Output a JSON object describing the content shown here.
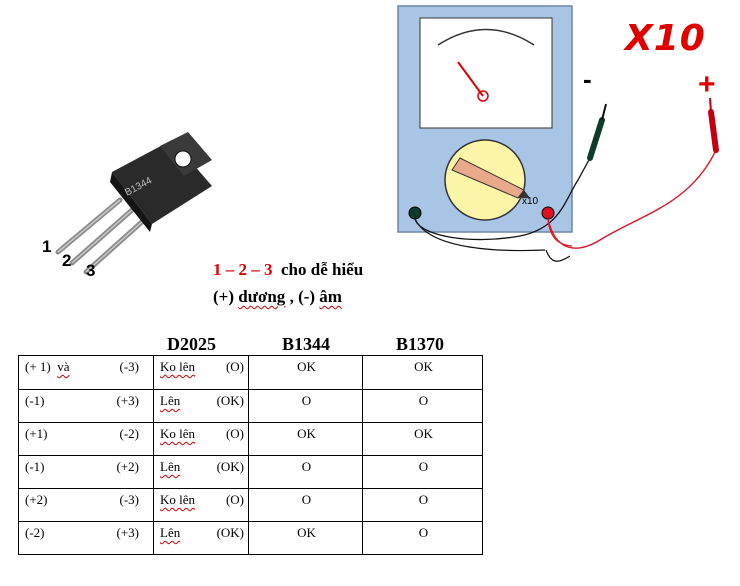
{
  "diagram": {
    "pin_labels": [
      "1",
      "2",
      "3"
    ],
    "part_marking": "B1344",
    "multimeter_scale": "x10",
    "range_label": "X10",
    "probe_negative": "-",
    "probe_positive": "+",
    "colors": {
      "accent_red": "#e00000",
      "meter_body": "#a9c5e6",
      "dial": "#fbf5a8"
    }
  },
  "caption": {
    "pin_order": "1 – 2 – 3",
    "pin_order_suffix": "cho dễ hiểu",
    "polarity_open": "(+",
    "polarity_close": ")",
    "polarity_positive_word": "dương",
    "polarity_rest": ", (-)",
    "polarity_negative_word": "âm"
  },
  "table": {
    "columns": [
      "D2025",
      "B1344",
      "B1370"
    ],
    "rows": [
      {
        "probe_a": "(+ 1)",
        "joiner": "và",
        "probe_b": "(-3)",
        "d_word": "Ko lên",
        "d_val": "(O)",
        "b1344": "OK",
        "b1370": "OK"
      },
      {
        "probe_a": "(-1)",
        "joiner": "",
        "probe_b": "(+3)",
        "d_word": "Lên",
        "d_val": "(OK)",
        "b1344": "O",
        "b1370": "O"
      },
      {
        "probe_a": "(+1)",
        "joiner": "",
        "probe_b": "(-2)",
        "d_word": "Ko lên",
        "d_val": "(O)",
        "b1344": "OK",
        "b1370": "OK"
      },
      {
        "probe_a": "(-1)",
        "joiner": "",
        "probe_b": "(+2)",
        "d_word": "Lên",
        "d_val": "(OK)",
        "b1344": "O",
        "b1370": "O"
      },
      {
        "probe_a": "(+2)",
        "joiner": "",
        "probe_b": "(-3)",
        "d_word": "Ko lên",
        "d_val": "(O)",
        "b1344": "O",
        "b1370": "O"
      },
      {
        "probe_a": "(-2)",
        "joiner": "",
        "probe_b": "(+3)",
        "d_word": "Lên",
        "d_val": "(OK)",
        "b1344": "OK",
        "b1370": "O"
      }
    ]
  }
}
